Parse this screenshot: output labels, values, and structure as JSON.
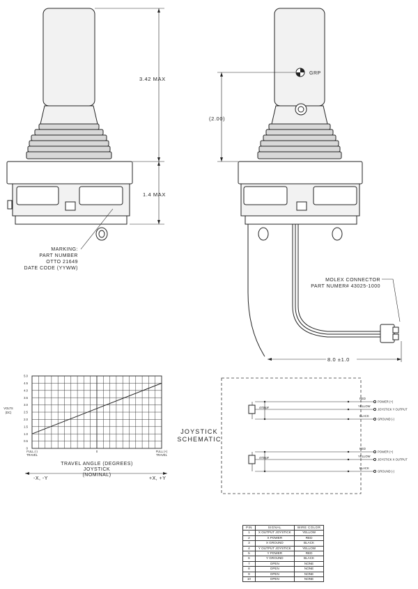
{
  "drawing": {
    "dimensions": {
      "overall_height": "3.42 MAX",
      "base_height": "1.4 MAX",
      "grip_center": "(2.00)",
      "grip_label": "GRP",
      "cable_length": "8.0 ±1.0"
    },
    "marking_note": [
      "MARKING:",
      "PART NUMBER",
      "OTTO 21649",
      "DATE CODE (YYWW)"
    ],
    "connector_note": [
      "MOLEX CONNECTOR",
      "PART NUMER# 43025-1000"
    ]
  },
  "chart_data": {
    "type": "line",
    "x": [
      -1,
      1
    ],
    "y": [
      1.0,
      4.5
    ],
    "xlim": [
      -1,
      1
    ],
    "ylim": [
      0,
      5.0
    ],
    "yticks": [
      "5.0",
      "4.5",
      "4.0",
      "3.5",
      "3.0",
      "2.5",
      "2.0",
      "1.5",
      "1.0",
      "0.5",
      "0"
    ],
    "xtick_left": [
      "FULL (-)",
      "TRAVEL"
    ],
    "xtick_center": "0",
    "xtick_right": [
      "FULL (+)",
      "TRAVEL"
    ],
    "ylabel": [
      "VOLTS",
      "(DC)"
    ],
    "xlabel": [
      "TRAVEL ANGLE (DEGREES)",
      "JOYSTICK",
      "(NOMINAL)"
    ],
    "direction_left": "-X, -Y",
    "direction_right": "+X, +Y",
    "grid": true
  },
  "schematic": {
    "title": [
      "JOYSTICK",
      "SCHEMATIC"
    ],
    "circuits": [
      {
        "wires": [
          "RED",
          "YELLOW",
          "BLACK"
        ],
        "outputs": [
          "POWER (+)",
          "JOYSTICK Y OUTPUT",
          "GROUND (-)"
        ],
        "component": "4700pF"
      },
      {
        "wires": [
          "RED",
          "YELLOW",
          "BLACK"
        ],
        "outputs": [
          "POWER (+)",
          "JOYSTICK X OUTPUT",
          "GROUND (-)"
        ],
        "component": "4700pF"
      }
    ]
  },
  "pin_table": {
    "headers": [
      "PIN",
      "SIGNAL",
      "WIRE COLOR"
    ],
    "rows": [
      [
        "1",
        "X OUTPUT JOYSTICK",
        "YELLOW"
      ],
      [
        "2",
        "X POWER",
        "RED"
      ],
      [
        "3",
        "X GROUND",
        "BLACK"
      ],
      [
        "4",
        "Y OUTPUT JOYSTICK",
        "YELLOW"
      ],
      [
        "5",
        "Y POWER",
        "RED"
      ],
      [
        "6",
        "Y GROUND",
        "BLACK"
      ],
      [
        "7",
        "OPEN",
        "NONE"
      ],
      [
        "8",
        "OPEN",
        "NONE"
      ],
      [
        "9",
        "OPEN",
        "NONE"
      ],
      [
        "10",
        "OPEN",
        "NONE"
      ]
    ]
  }
}
